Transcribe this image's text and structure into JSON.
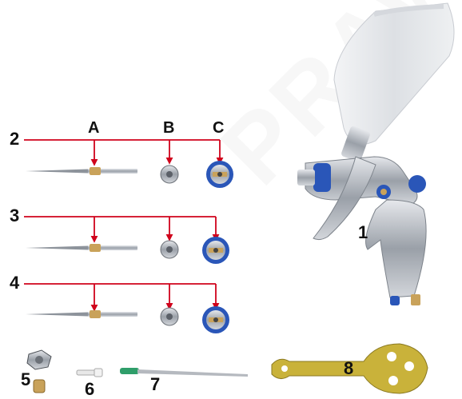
{
  "watermark": "PRAWY",
  "columns": {
    "a": "A",
    "b": "B",
    "c": "C"
  },
  "labels": {
    "set2": "2",
    "set3": "3",
    "set4": "4",
    "gun": "1",
    "nut": "5",
    "filter": "6",
    "brush": "7",
    "wrench": "8"
  },
  "colors": {
    "line": "#d0021b",
    "brass": "#c9a25a",
    "blue": "#2a56b8",
    "silver": "#b8bcc4"
  }
}
